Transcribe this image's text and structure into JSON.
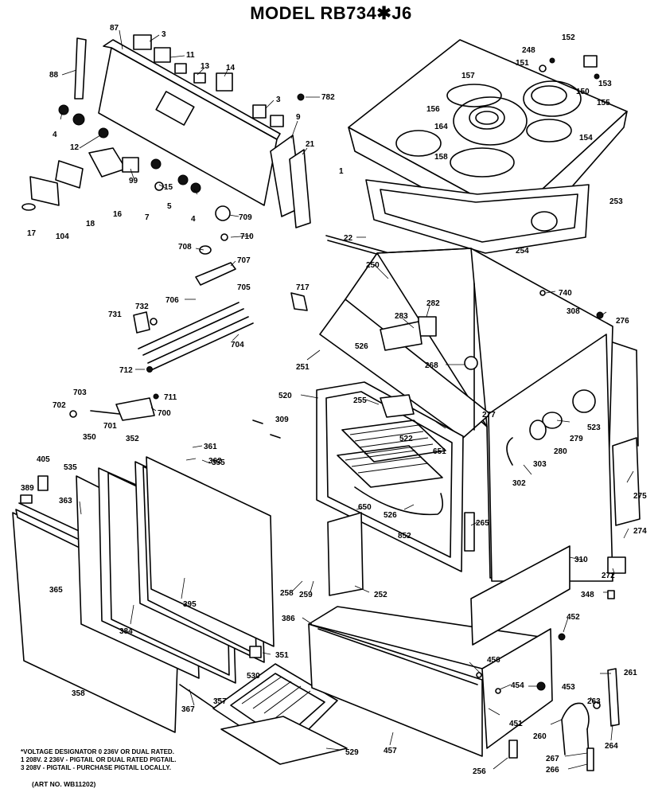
{
  "title": "MODEL RB734✱J6",
  "notes": [
    "*VOLTAGE DESIGNATOR 0  236V OR DUAL RATED.",
    "1  208V. 2  236V - PIGTAIL OR DUAL RATED PIGTAIL.",
    "3  208V - PIGTAIL - PURCHASE PIGTAIL LOCALLY."
  ],
  "art_number": "(ART NO. WB11202)",
  "part_labels": {
    "p3a": "3",
    "p87": "87",
    "p88": "88",
    "p11": "11",
    "p13": "13",
    "p14": "14",
    "p3b": "3",
    "p782": "782",
    "p9": "9",
    "p21": "21",
    "p4a": "4",
    "p12": "12",
    "p99": "99",
    "p15": "15",
    "p5": "5",
    "p4b": "4",
    "p16": "16",
    "p18": "18",
    "p7": "7",
    "p709": "709",
    "p17": "17",
    "p104": "104",
    "p710": "710",
    "p708": "708",
    "p707": "707",
    "p705": "705",
    "p706": "706",
    "p732": "732",
    "p731": "731",
    "p704": "704",
    "p712": "712",
    "p711": "711",
    "p702": "702",
    "p703": "703",
    "p700": "700",
    "p701": "701",
    "p152": "152",
    "p248": "248",
    "p151": "151",
    "p153": "153",
    "p157": "157",
    "p150": "150",
    "p155": "155",
    "p156": "156",
    "p164": "164",
    "p154": "154",
    "p158": "158",
    "p1": "1",
    "p253": "253",
    "p22": "22",
    "p254": "254",
    "p250": "250",
    "p717": "717",
    "p740": "740",
    "p308": "308",
    "p276": "276",
    "p282": "282",
    "p283": "283",
    "p526a": "526",
    "p268": "268",
    "p251": "251",
    "p520": "520",
    "p255": "255",
    "p277": "277",
    "p523": "523",
    "p522": "522",
    "p279": "279",
    "p280": "280",
    "p651": "651",
    "p303": "303",
    "p302": "302",
    "p309": "309",
    "p361": "361",
    "p350": "350",
    "p352": "352",
    "p362": "362",
    "p355": "355",
    "p405": "405",
    "p535": "535",
    "p389": "389",
    "p363": "363",
    "p650": "650",
    "p526b": "526",
    "p852": "852",
    "p265": "265",
    "p275": "275",
    "p274": "274",
    "p310": "310",
    "p272": "272",
    "p348": "348",
    "p258": "258",
    "p259": "259",
    "p252": "252",
    "p365": "365",
    "p395": "395",
    "p384": "384",
    "p386": "386",
    "p452": "452",
    "p351": "351",
    "p456": "456",
    "p261": "261",
    "p454": "454",
    "p453": "453",
    "p358": "358",
    "p530": "530",
    "p357": "357",
    "p367": "367",
    "p263": "263",
    "p451": "451",
    "p260": "260",
    "p264": "264",
    "p529": "529",
    "p457": "457",
    "p267": "267",
    "p256": "256",
    "p266": "266"
  }
}
